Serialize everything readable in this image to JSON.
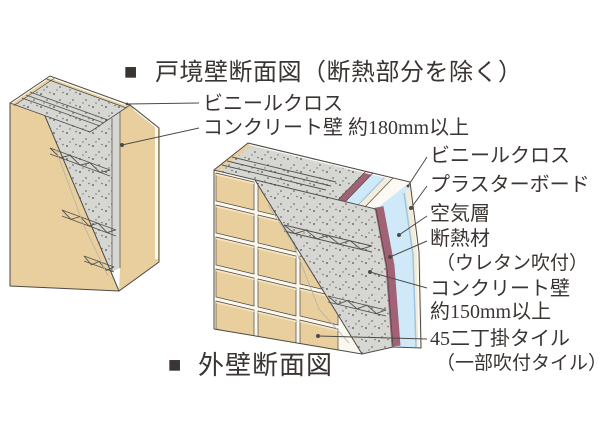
{
  "figure": {
    "partition_section": {
      "bullet": "■",
      "title": "戸境壁断面図（断熱部分を除く）",
      "labels": {
        "vinyl": "ビニールクロス",
        "concrete": "コンクリート壁 約180mm以上"
      }
    },
    "exterior_section": {
      "bullet": "■",
      "title": "外壁断面図",
      "labels": {
        "vinyl": "ビニールクロス",
        "plasterboard": "プラスターボード",
        "air_layer": "空気層",
        "insulation": "断熱材",
        "insulation_note": "（ウレタン吹付）",
        "concrete": "コンクリート壁",
        "concrete_note": "約150mm以上",
        "tile": "45二丁掛タイル",
        "tile_note": "（一部吹付タイル）"
      }
    },
    "colors": {
      "tile": "#e9cf9e",
      "tile_light": "#f4e5c2",
      "concrete": "#d6d6d3",
      "speckle": "#6e6e6c",
      "insulation": "#a26275",
      "air": "#cfe9f8",
      "air_line": "#9fc6dd",
      "plasterboard": "#f3ecd9",
      "vinyl": "#fcfaf3",
      "mortar": "#fbf8f0",
      "outline": "#4c4a46",
      "rebar": "#55534f",
      "facet": "#b2b2ae",
      "text": "#3a3532"
    }
  }
}
